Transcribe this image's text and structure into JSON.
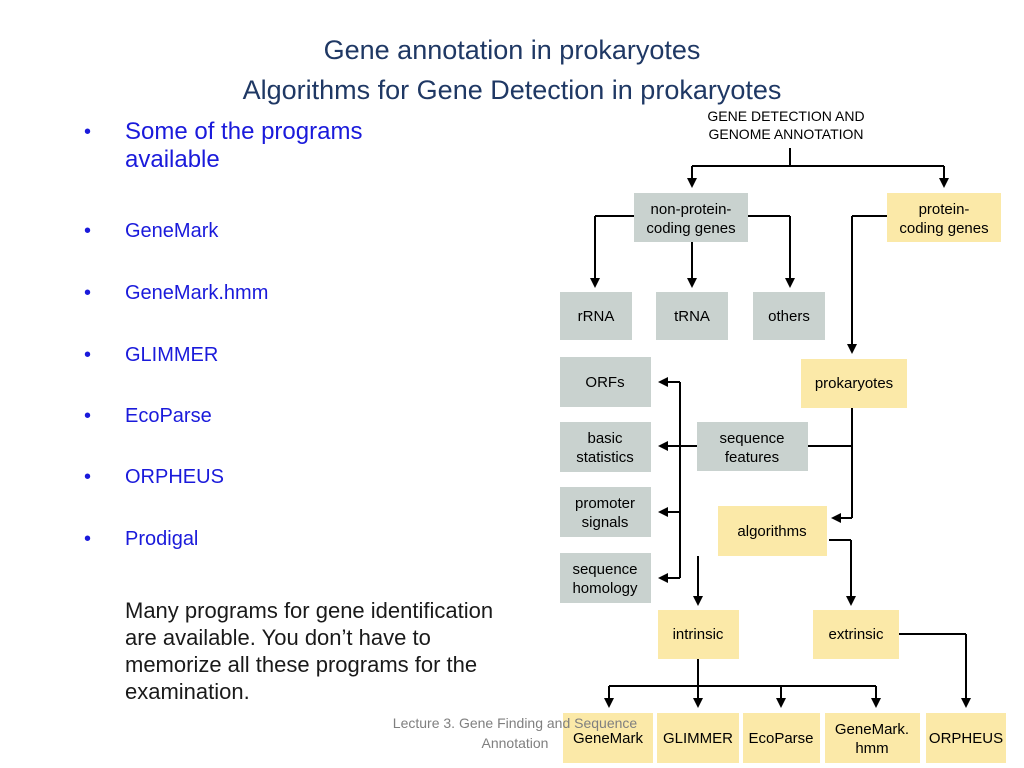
{
  "slide": {
    "title_line1": "Gene annotation in prokaryotes",
    "title_line2": "Algorithms for Gene Detection in prokaryotes",
    "bullet_glyph": "•",
    "bullets": [
      "Some of the programs available",
      "GeneMark",
      "GeneMark.hmm",
      "GLIMMER",
      "EcoParse",
      "ORPHEUS",
      "Prodigal"
    ],
    "note": "Many programs for gene identification are available. You don’t have to memorize all these programs for the examination.",
    "footer": "Lecture 3. Gene Finding and Sequence Annotation"
  },
  "diagram": {
    "header_line1": "GENE DETECTION AND",
    "header_line2": "GENOME ANNOTATION",
    "colors": {
      "gray": "#c9d2cf",
      "yellow": "#fbe9a8",
      "line": "#000000"
    },
    "nodes": {
      "nonprotein": [
        "non-protein-",
        "coding genes"
      ],
      "protein": [
        "protein-",
        "coding genes"
      ],
      "rrna": [
        "rRNA"
      ],
      "trna": [
        "tRNA"
      ],
      "others": [
        "others"
      ],
      "orfs": [
        "ORFs"
      ],
      "prokaryotes": [
        "prokaryotes"
      ],
      "basicstats": [
        "basic",
        "statistics"
      ],
      "seqfeatures": [
        "sequence",
        "features"
      ],
      "promoter": [
        "promoter",
        "signals"
      ],
      "algorithms": [
        "algorithms"
      ],
      "seqhomology": [
        "sequence",
        "homology"
      ],
      "intrinsic": [
        "intrinsic"
      ],
      "extrinsic": [
        "extrinsic"
      ],
      "genemark": [
        "GeneMark"
      ],
      "glimmer": [
        "GLIMMER"
      ],
      "ecoparse": [
        "EcoParse"
      ],
      "genemarkhmm": [
        "GeneMark.",
        "hmm"
      ],
      "orpheus": [
        "ORPHEUS"
      ]
    }
  }
}
